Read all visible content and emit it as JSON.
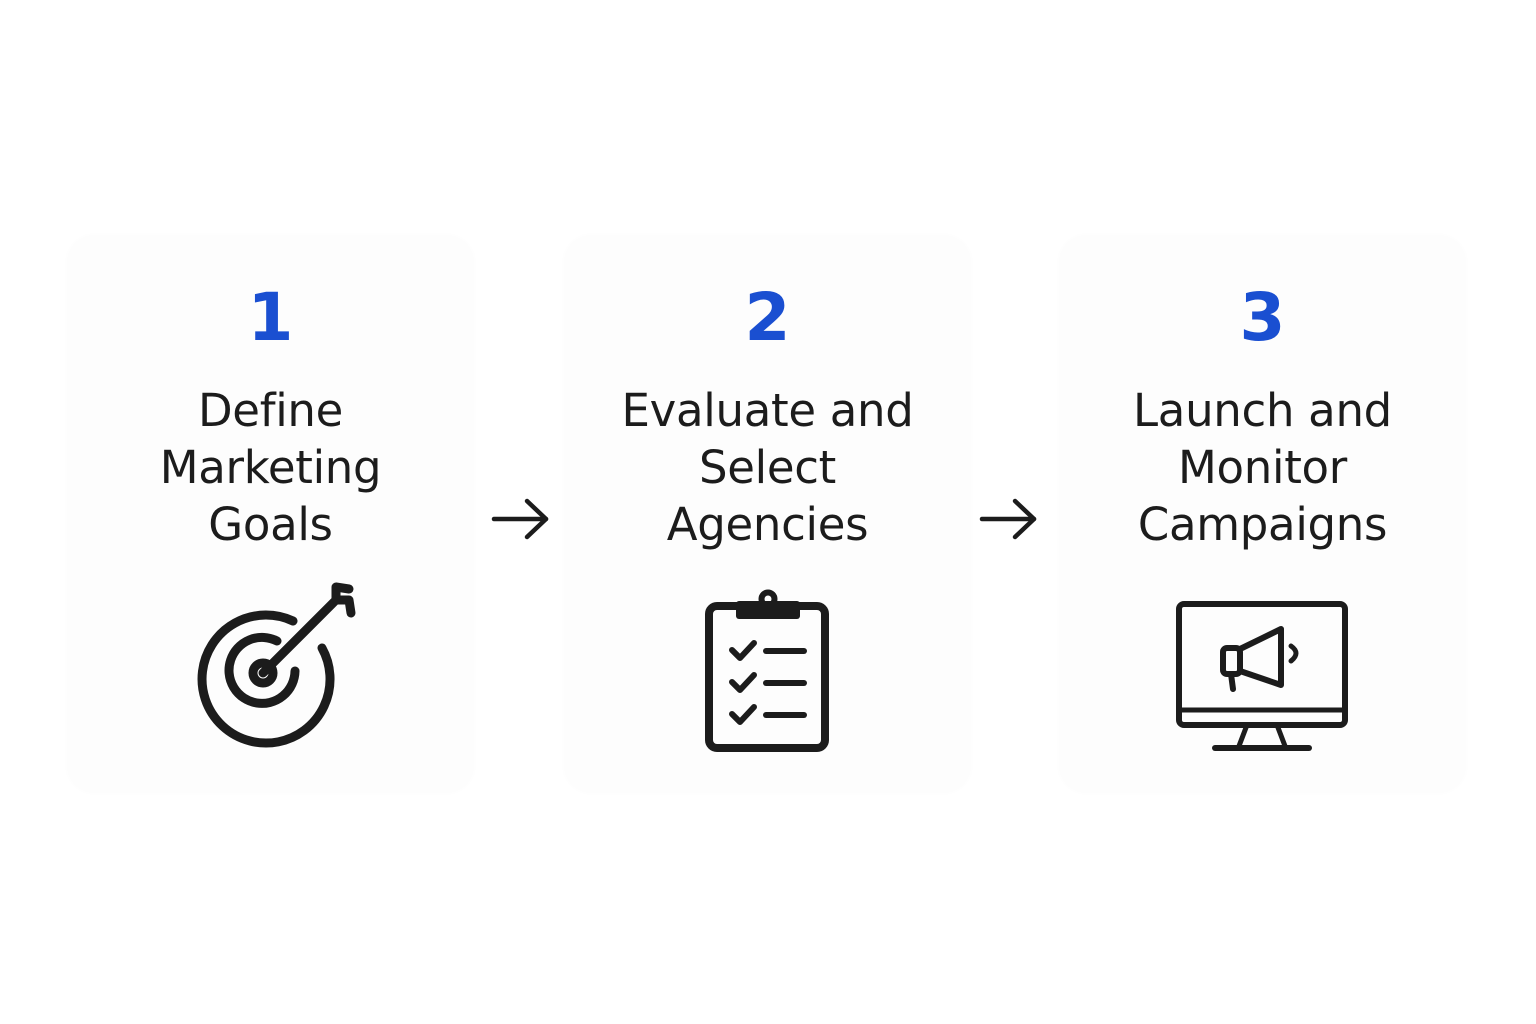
{
  "colors": {
    "accent": "#1a4fd1",
    "text": "#1c1c1c",
    "icon": "#1c1c1c",
    "card": "#fdfdfd",
    "background": "#ffffff"
  },
  "steps": [
    {
      "number": "1",
      "title_lines": [
        "Define",
        "Marketing",
        "Goals"
      ],
      "icon": "target-arrow-icon"
    },
    {
      "number": "2",
      "title_lines": [
        "Evaluate and",
        "Select",
        "Agencies"
      ],
      "icon": "clipboard-checklist-icon"
    },
    {
      "number": "3",
      "title_lines": [
        "Launch and",
        "Monitor",
        "Campaigns"
      ],
      "icon": "monitor-megaphone-icon"
    }
  ],
  "connectors": [
    {
      "icon": "arrow-right-icon"
    },
    {
      "icon": "arrow-right-icon"
    }
  ]
}
